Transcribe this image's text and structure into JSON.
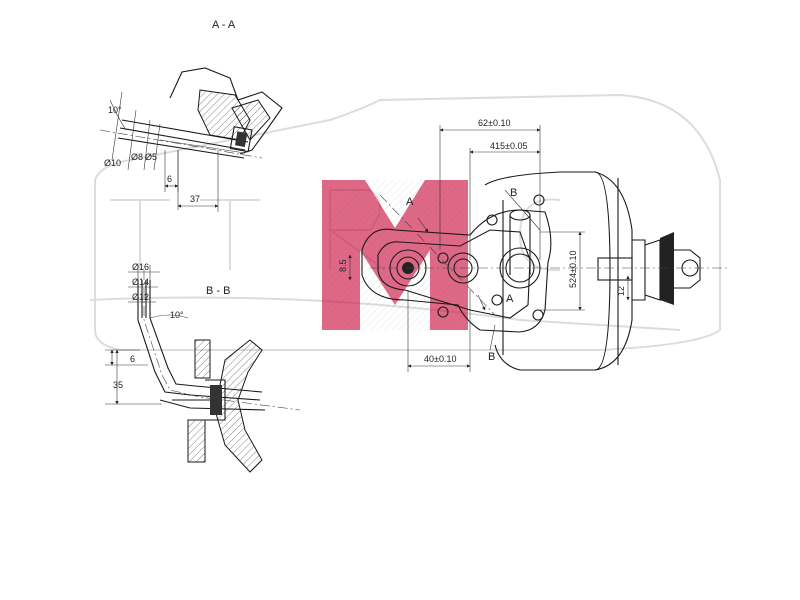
{
  "sections": {
    "aa_title": "A - A",
    "bb_title": "B - B"
  },
  "section_aa": {
    "angle": "10°",
    "dia_10": "Ø10",
    "dia_8": "Ø8",
    "dia_5": "Ø5",
    "len_6": "6",
    "len_37": "37"
  },
  "section_bb": {
    "dia_16": "Ø16",
    "dia_14": "Ø14",
    "dia_12": "Ø12",
    "angle": "10°",
    "len_6": "6",
    "len_35": "35"
  },
  "main_view": {
    "dim_62": "62±0.10",
    "dim_415": "415±0.05",
    "dim_524": "524±0.10",
    "dim_40": "40±0.10",
    "dim_12": "12",
    "dim_85": "8.5",
    "mark_a_top": "A",
    "mark_a_bottom": "A",
    "mark_b_top": "B",
    "mark_b_bottom": "B"
  },
  "colors": {
    "watermark_logo": "#d01c4a",
    "line": "#1a1a1a",
    "watermark_text": "#dcdcdc"
  }
}
